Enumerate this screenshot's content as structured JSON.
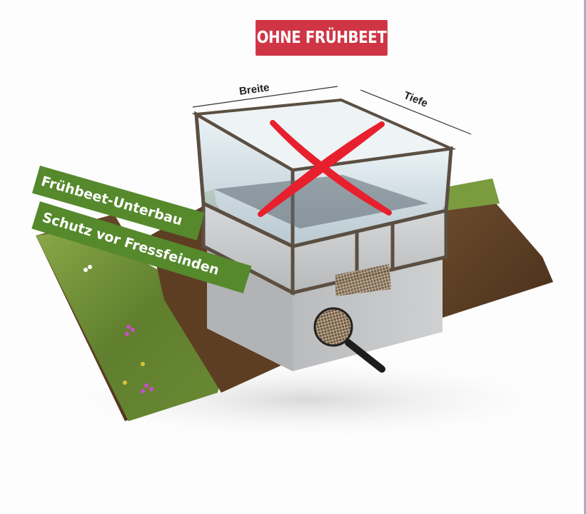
{
  "header": {
    "badge_label": "OHNE FRÜHBEET",
    "badge_color": "#cf3545"
  },
  "illustration": {
    "subject": "raised-bed-base-with-crossed-out-cold-frame",
    "dimension_labels": {
      "width": "Breite",
      "depth": "Tiefe"
    },
    "cross_mark_color": "#e8202e",
    "magnifier_detail": "wire-mesh-bottom"
  },
  "banners": [
    {
      "label": "Frühbeet-Unterbau",
      "color": "#55892c"
    },
    {
      "label": "Schutz vor Fressfeinden",
      "color": "#55892c"
    }
  ]
}
